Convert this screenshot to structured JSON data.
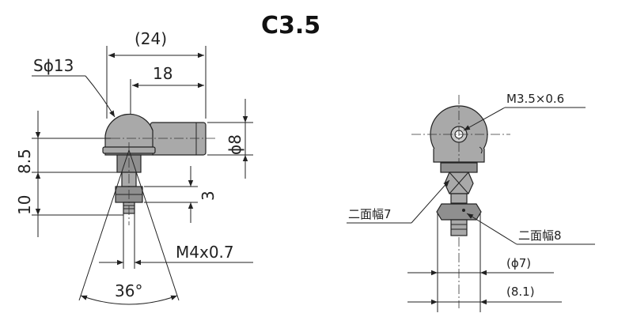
{
  "title": "C3.5",
  "side_view": {
    "dim_overall_length": "(24)",
    "dim_body_length": "18",
    "dim_ball_dia": "Sϕ13",
    "dim_socket_dia": "ϕ8",
    "dim_height_upper": "8.5",
    "dim_height_total": "10",
    "dim_nut_thickness": "3",
    "dim_stud_thread": "M4x0.7",
    "dim_swing_angle": "36°"
  },
  "front_view": {
    "dim_socket_thread": "M3.5×0.6",
    "dim_flats_upper": "二面幅7",
    "dim_flats_lower": "二面幅8",
    "dim_dia_7": "(ϕ7)",
    "dim_width_8_1": "(8.1)"
  }
}
